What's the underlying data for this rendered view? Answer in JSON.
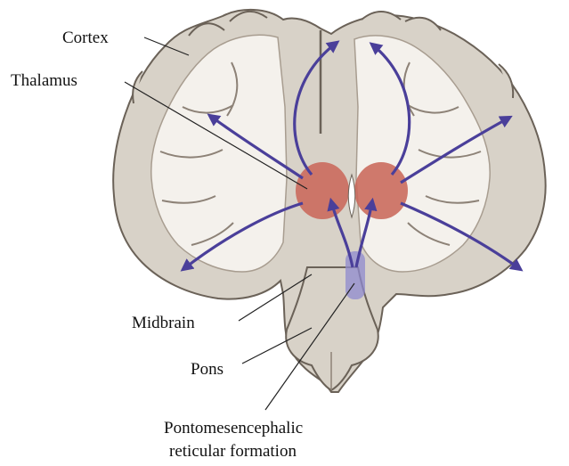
{
  "labels": {
    "cortex": "Cortex",
    "thalamus": "Thalamus",
    "midbrain": "Midbrain",
    "pons": "Pons",
    "pmrf_line1": "Pontomesencephalic",
    "pmrf_line2": "reticular formation"
  },
  "colors": {
    "brain_fill": "#d8d2c8",
    "white_matter": "#f4f1ec",
    "outline": "#6b6258",
    "thalamus": "#c9685a",
    "arrow": "#4a3f9a",
    "reticular": "#8f89cf"
  }
}
